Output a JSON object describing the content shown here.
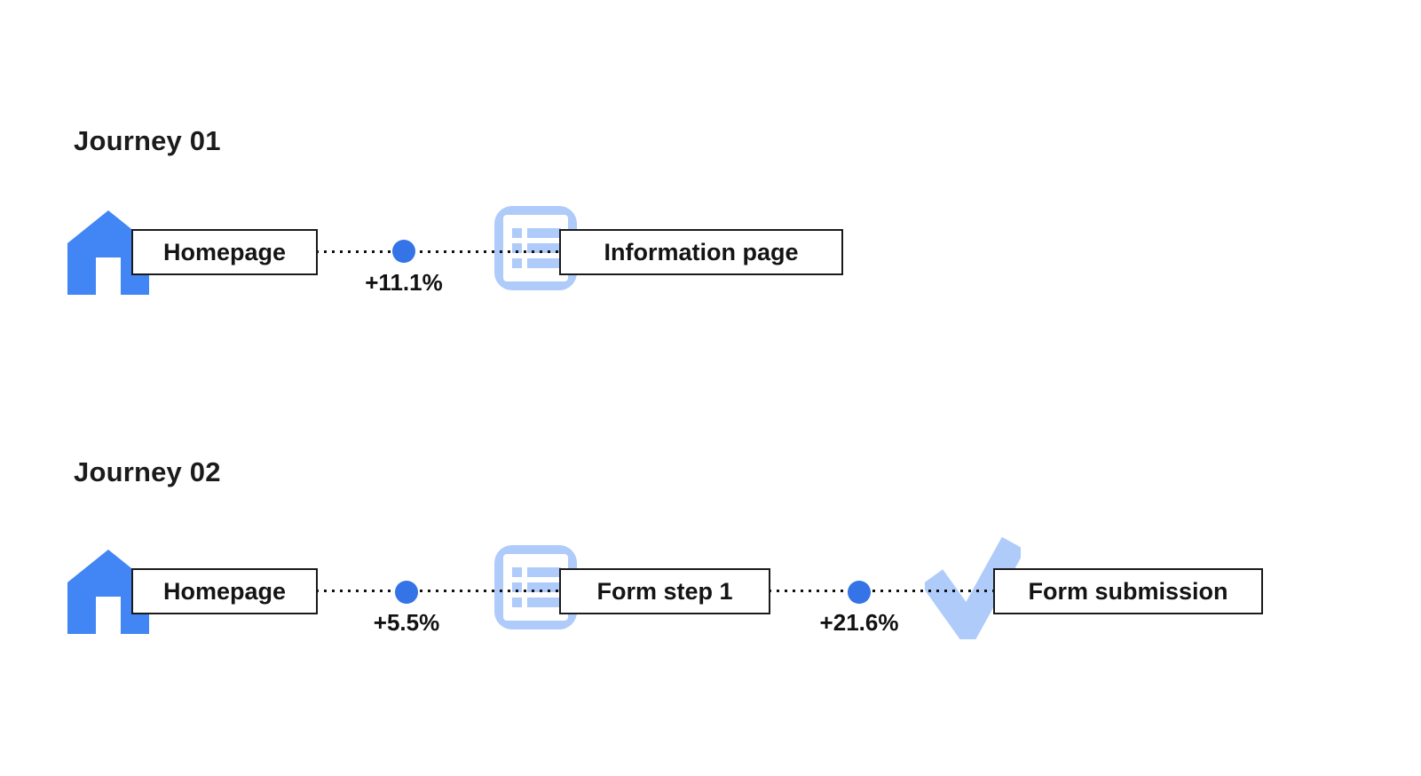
{
  "colors": {
    "home_blue": "#4285F4",
    "dot_blue": "#3474E6",
    "light_blue": "#AECBFA",
    "box_border": "#1A1A1A",
    "text": "#1F1F1F",
    "background": "#FFFFFF"
  },
  "journeys": [
    {
      "title": "Journey 01",
      "nodes": [
        {
          "icon": "home-icon",
          "label": "Homepage"
        },
        {
          "icon": "information-page-icon",
          "label": "Information page"
        }
      ],
      "transitions": [
        {
          "delta": "+11.1%"
        }
      ]
    },
    {
      "title": "Journey 02",
      "nodes": [
        {
          "icon": "home-icon",
          "label": "Homepage"
        },
        {
          "icon": "form-step-icon",
          "label": "Form step 1"
        },
        {
          "icon": "form-submission-check-icon",
          "label": "Form submission"
        }
      ],
      "transitions": [
        {
          "delta": "+5.5%"
        },
        {
          "delta": "+21.6%"
        }
      ]
    }
  ]
}
